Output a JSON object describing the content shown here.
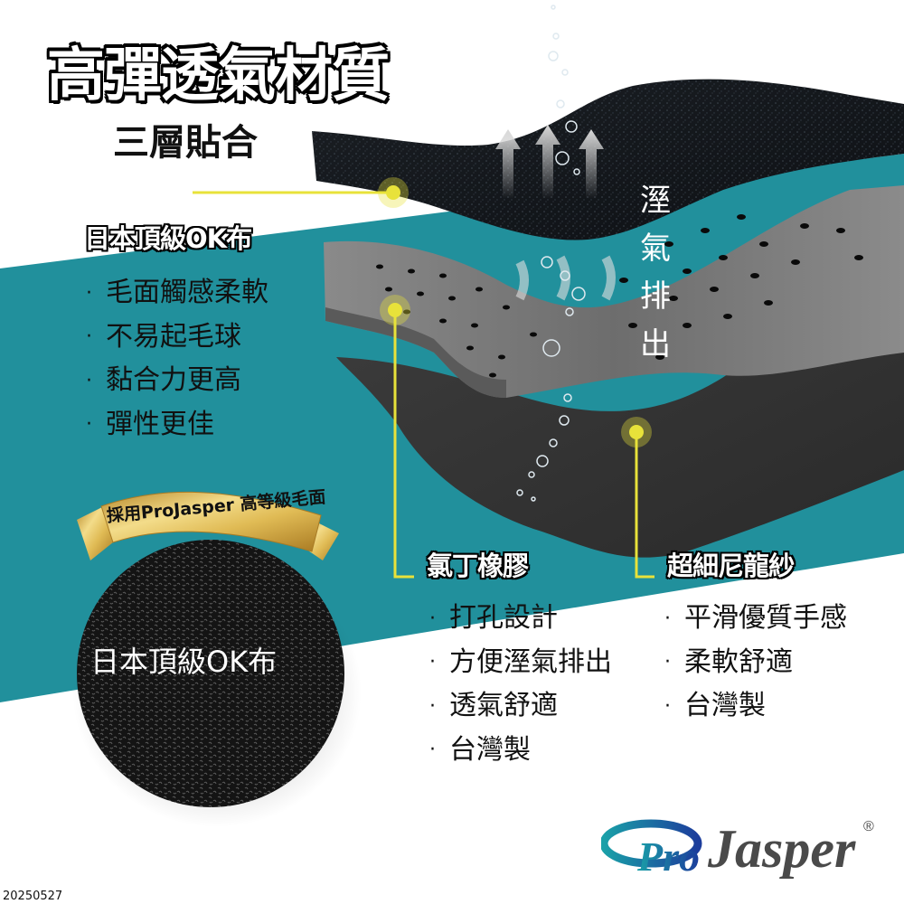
{
  "header": {
    "title": "高彈透氣材質",
    "subtitle": "三層貼合"
  },
  "layers": {
    "top": {
      "heading": "日本頂級OK布",
      "bullets": [
        "毛面觸感柔軟",
        "不易起毛球",
        "黏合力更高",
        "彈性更佳"
      ]
    },
    "middle": {
      "heading": "氯丁橡膠",
      "bullets": [
        "打孔設計",
        "方便溼氣排出",
        "透氣舒適",
        "台灣製"
      ]
    },
    "bottom": {
      "heading": "超細尼龍紗",
      "bullets": [
        "平滑優質手感",
        "柔軟舒適",
        "台灣製"
      ]
    }
  },
  "vertical_label": [
    "溼",
    "氣",
    "排",
    "出"
  ],
  "banner": {
    "text": "採用ProJasper 高等級毛面"
  },
  "circle_label": "日本頂級OK布",
  "bullet_glyph": "·",
  "brand": {
    "logo_pro": "Pro",
    "logo_jasper": "Jasper",
    "registered": "®"
  },
  "date_stamp": "20250527",
  "colors": {
    "teal_band": "#21909c",
    "callout_yellow": "#e8e23a",
    "text_dark": "#111111",
    "logo_blue": "#1c5aa8",
    "logo_gray": "#4a4a4a",
    "gold": "#d9b24a"
  }
}
